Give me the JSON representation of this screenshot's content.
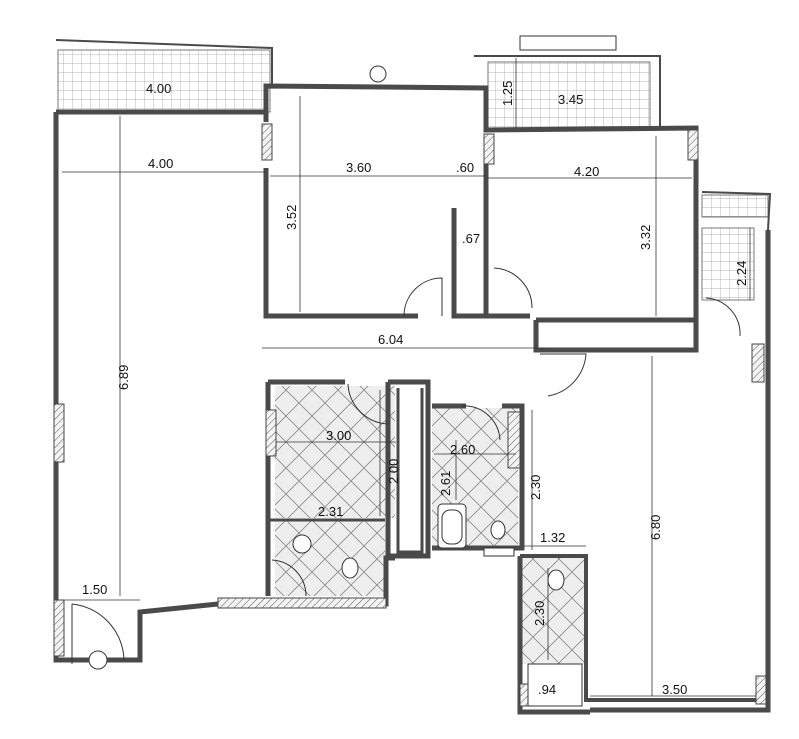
{
  "dimensions": {
    "balcony_left": "4.00",
    "living_width": "4.00",
    "bedroom1_width": "3.60",
    "closet_gap": ".60",
    "bedroom2_width": "4.20",
    "bedroom1_depth": "3.52",
    "closet_width": ".67",
    "bedroom2_depth": "3.32",
    "balcony_top_right_depth": "1.25",
    "balcony_top_right_width": "3.45",
    "balcony_right_depth": "2.24",
    "hall_length": "6.04",
    "living_depth": "6.89",
    "bath1_width": "3.00",
    "bath1_depth": "2.00",
    "wc1_width": "2.31",
    "bath2_width": "2.60",
    "bath2_depth": "2.61",
    "corridor_depth": "2.30",
    "wc2_width": "1.32",
    "master_depth": "6.80",
    "wc2_depth": "2.30",
    "entrance_width": "1.50",
    "shower_width": ".94",
    "master_width": "3.50"
  }
}
